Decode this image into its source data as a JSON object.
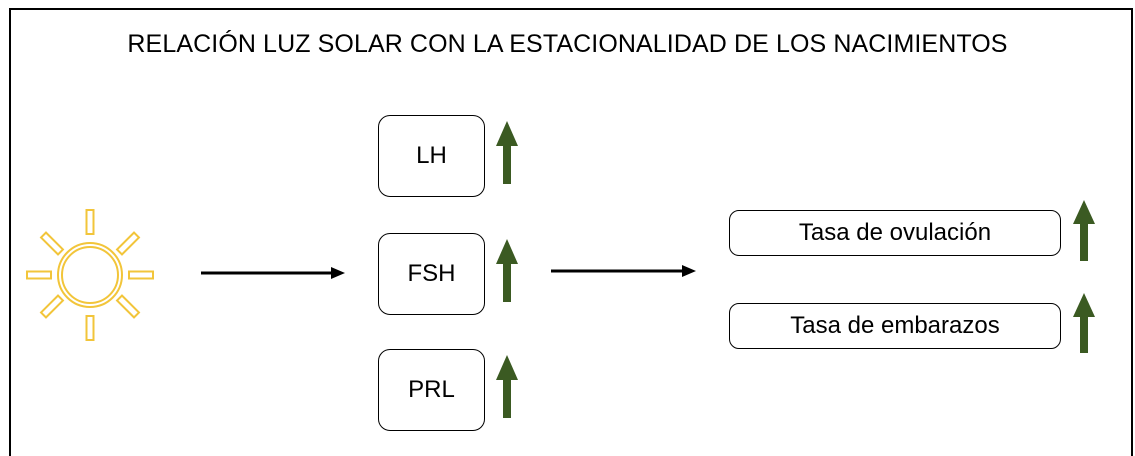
{
  "title": "RELACIÓN LUZ SOLAR CON LA ESTACIONALIDAD DE LOS NACIMIENTOS",
  "hormones": [
    {
      "label": "LH",
      "trend": "up"
    },
    {
      "label": "FSH",
      "trend": "up"
    },
    {
      "label": "PRL",
      "trend": "up"
    }
  ],
  "outcomes": [
    {
      "label": "Tasa de ovulación",
      "trend": "up"
    },
    {
      "label": "Tasa de embarazos",
      "trend": "up"
    }
  ],
  "icons": {
    "sun": "sun-icon",
    "trend_arrow": "up-arrow-icon",
    "flow_arrow": "right-arrow-icon"
  },
  "colors": {
    "sun": "#F2C53A",
    "up_arrow": "#3B5A22",
    "flow_arrow": "#000000",
    "box_border": "#000000"
  }
}
